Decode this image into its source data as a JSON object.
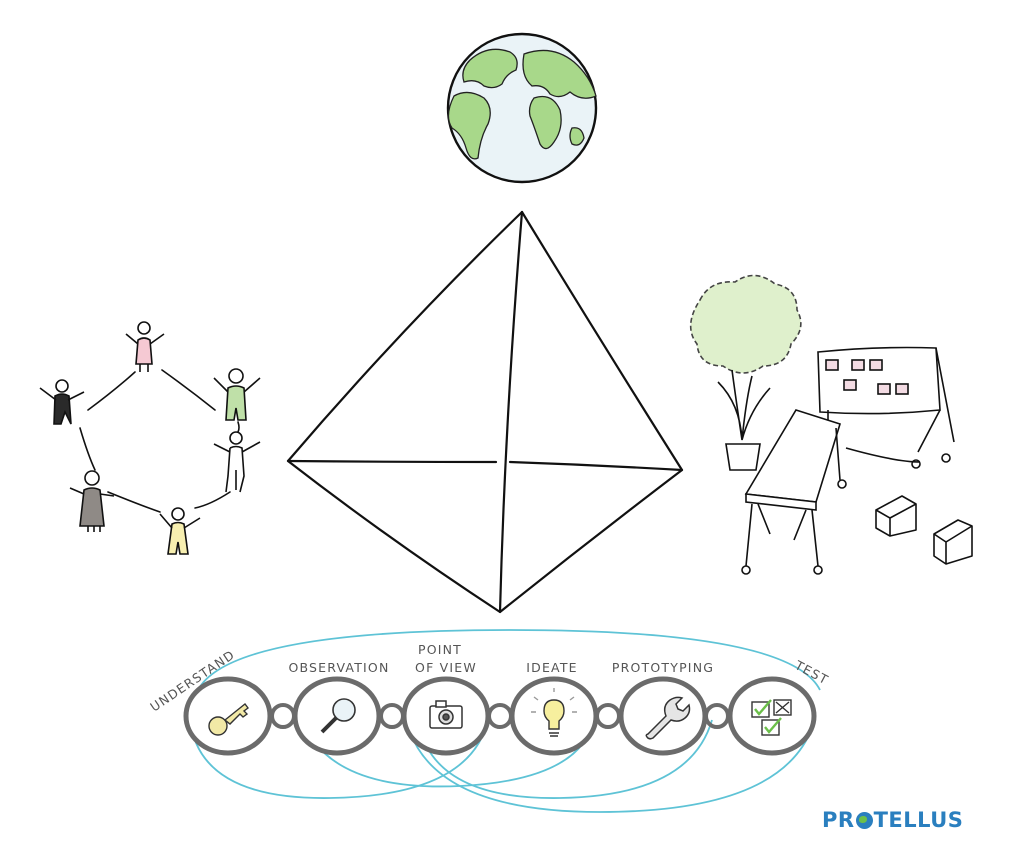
{
  "process": {
    "steps": [
      {
        "label": "UNDERSTAND",
        "icon": "key-icon"
      },
      {
        "label": "OBSERVATION",
        "icon": "magnifier-icon"
      },
      {
        "label_line1": "POINT",
        "label_line2": "OF VIEW",
        "icon": "camera-icon"
      },
      {
        "label": "IDEATE",
        "icon": "lightbulb-icon"
      },
      {
        "label": "PROTOTYPING",
        "icon": "wrench-icon"
      },
      {
        "label": "TEST",
        "icon": "checklist-icon"
      }
    ],
    "loop_color": "#5ec3d6",
    "ring_color": "#6b6b6b"
  },
  "brand": {
    "before": "PR",
    "after": "TELLUS",
    "color": "#2a7fbf"
  },
  "colors": {
    "land": "#a8d88a",
    "ocean": "#eaf3f7",
    "tree": "#dff0cc",
    "person_pink": "#f5c9d3",
    "person_green": "#bfe0a8",
    "person_grey": "#8f8a86",
    "person_yellow": "#f7efb0",
    "sticky_note": "#f3dbe3"
  }
}
